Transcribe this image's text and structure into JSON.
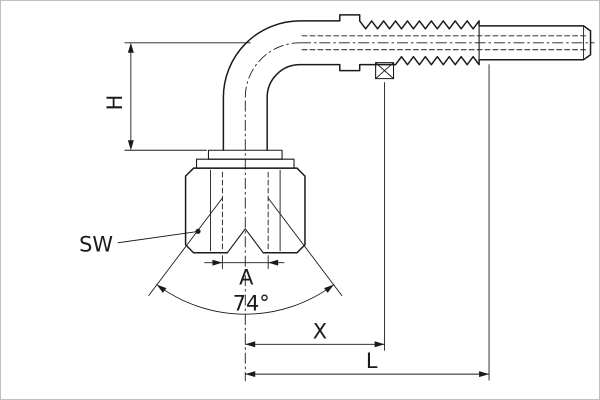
{
  "drawing": {
    "dimension_labels": {
      "H": "H",
      "SW": "SW",
      "A": "A",
      "cone_angle": "74°",
      "X": "X",
      "L": "L"
    },
    "colors": {
      "line": "#1a1a1a",
      "background": "#ffffff",
      "frame": "#c0c0c0"
    }
  }
}
